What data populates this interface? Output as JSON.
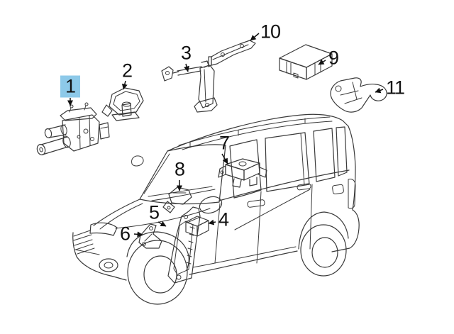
{
  "diagram": {
    "kind": "vehicle-parts-diagram",
    "vehicle": "suv-three-quarter-front-left-line-drawing",
    "colors": {
      "background": "#ffffff",
      "line": "#3a3a3a",
      "label": "#111111",
      "highlight": "#8dc9e9"
    },
    "callouts": [
      {
        "label": "1",
        "highlighted": true
      },
      {
        "label": "2",
        "highlighted": false
      },
      {
        "label": "3",
        "highlighted": false
      },
      {
        "label": "4",
        "highlighted": false
      },
      {
        "label": "5",
        "highlighted": false
      },
      {
        "label": "6",
        "highlighted": false
      },
      {
        "label": "7",
        "highlighted": false
      },
      {
        "label": "8",
        "highlighted": false
      },
      {
        "label": "9",
        "highlighted": false
      },
      {
        "label": "10",
        "highlighted": false
      },
      {
        "label": "11",
        "highlighted": false
      }
    ]
  }
}
